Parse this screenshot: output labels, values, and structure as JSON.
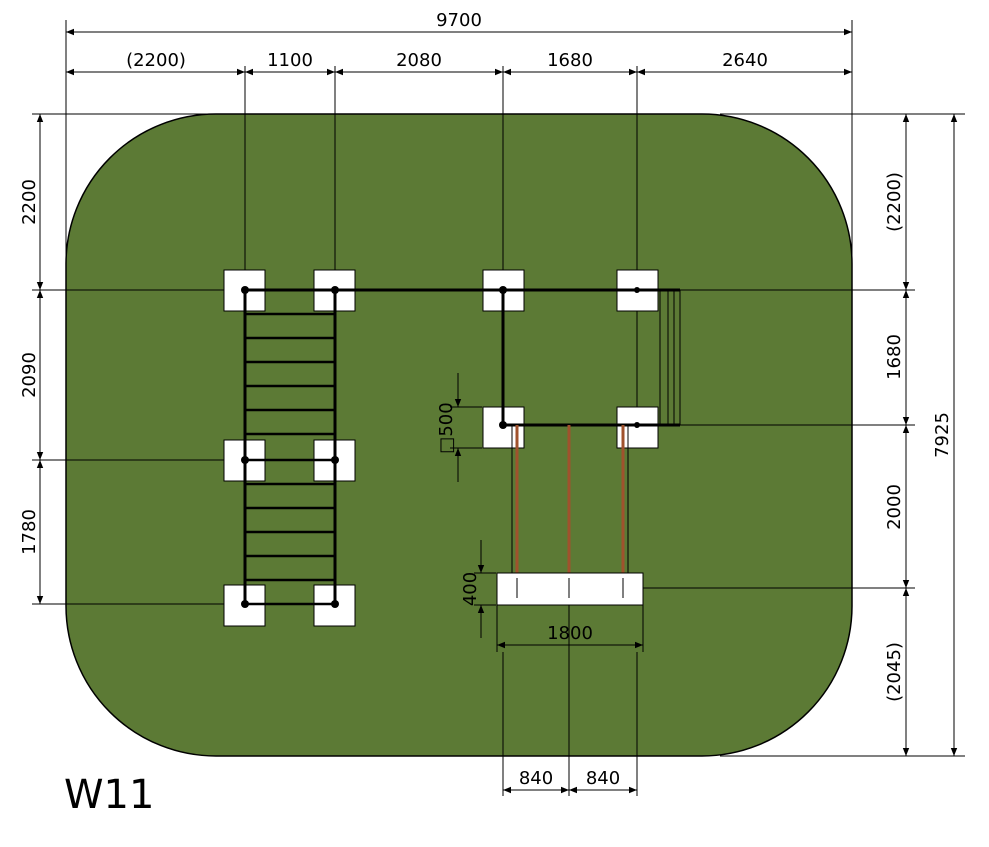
{
  "drawing": {
    "code": "W11",
    "colors": {
      "surface": "#5c7a35",
      "outline": "#000000",
      "rope": "#a0522d",
      "base": "#ffffff"
    },
    "dims": {
      "overall_width": "9700",
      "top_segments": [
        "(2200)",
        "1100",
        "2080",
        "1680",
        "2640"
      ],
      "left_segments": [
        "2200",
        "2090",
        "1780"
      ],
      "right_segments": [
        "(2200)",
        "1680",
        "2000",
        "(2045)"
      ],
      "overall_height": "7925",
      "base_square": "□500",
      "slab_depth": "400",
      "slab_width": "1800",
      "bottom_segments": [
        "840",
        "840"
      ]
    }
  }
}
